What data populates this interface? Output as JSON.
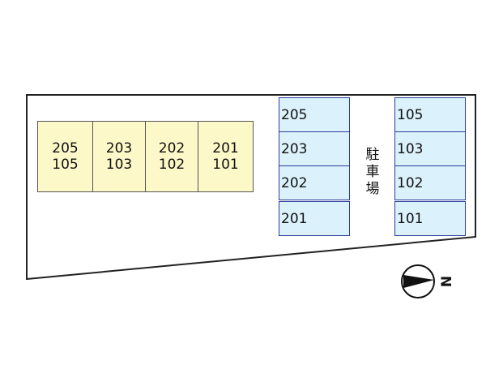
{
  "buildings": [
    {
      "upper": "205",
      "lower": "105"
    },
    {
      "upper": "203",
      "lower": "103"
    },
    {
      "upper": "202",
      "lower": "102"
    },
    {
      "upper": "201",
      "lower": "101"
    }
  ],
  "parking": {
    "label": "駐車場",
    "left_stalls": [
      "205",
      "203",
      "202",
      "201"
    ],
    "right_stalls": [
      "105",
      "103",
      "102",
      "101"
    ]
  },
  "compass": {
    "letter": "N"
  },
  "colors": {
    "building_fill": "#fdf8c7",
    "stall_fill": "#dbf1fb",
    "stall_border": "#2b3d9c"
  }
}
